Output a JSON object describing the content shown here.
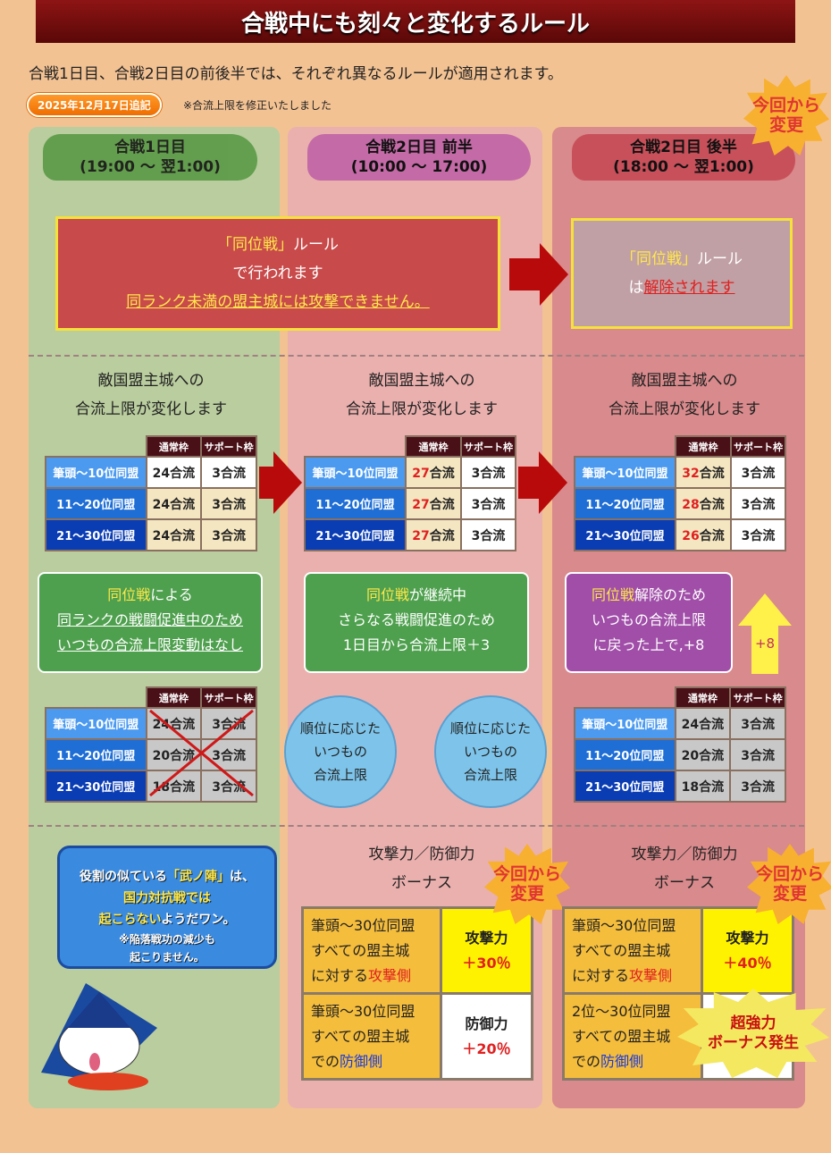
{
  "banner": {
    "title": "合戦中にも刻々と変化するルール"
  },
  "intro": "合戦1日目、合戦2日目の前後半では、それぞれ異なるルールが適用されます。",
  "date_badge": "2025年12月17日追記",
  "note": "※合流上限を修正いたしました",
  "change_badge": {
    "line1": "今回から",
    "line2": "変更"
  },
  "table_headers": {
    "normal": "通常枠",
    "support": "サポート枠"
  },
  "rank_labels": [
    "筆頭〜10位同盟",
    "11〜20位同盟",
    "21〜30位同盟"
  ],
  "cap_heading": {
    "line1": "敵国盟主城への",
    "line2": "合流上限が変化します"
  },
  "bonus_heading": {
    "line1": "攻撃力／防御力",
    "line2": "ボーナス"
  },
  "usual_cap_circle": {
    "line1": "順位に応じた",
    "line2": "いつもの",
    "line3": "合流上限"
  },
  "usual_caps": {
    "normal": [
      "24合流",
      "20合流",
      "18合流"
    ],
    "support": [
      "3合流",
      "3合流",
      "3合流"
    ]
  },
  "columns": [
    {
      "title": "合戦1日目",
      "time": "(19:00 〜 翌1:00)",
      "color": "#5a9a46",
      "rule": {
        "a": "「同位戦」",
        "b": "ルール",
        "line2": "で行われます",
        "line3": "同ランク未満の盟主城には攻撃できません。"
      },
      "caps": {
        "num": [
          "24",
          "24",
          "24"
        ],
        "unit": "合流",
        "support": [
          "3合流",
          "3合流",
          "3合流"
        ]
      },
      "bubble": {
        "a": "同位戦",
        "b": "による",
        "line2": "同ランクの戦闘促進中のため",
        "line3": "いつもの合流上限変動はなし"
      }
    },
    {
      "title": "合戦2日目 前半",
      "time": "(10:00 〜 17:00)",
      "color": "#c46aa6",
      "caps": {
        "num": [
          "27",
          "27",
          "27"
        ],
        "unit": "合流",
        "support": [
          "3合流",
          "3合流",
          "3合流"
        ]
      },
      "bubble": {
        "a": "同位戦",
        "b": "が継続中",
        "line2": "さらなる戦闘促進のため",
        "line3": "1日目から合流上限＋3"
      },
      "bonus": {
        "attack_desc": [
          "筆頭〜30位同盟",
          "すべての盟主城",
          "に対する"
        ],
        "attack_side": "攻撃側",
        "attack_label": "攻撃力",
        "attack_value": "＋30％",
        "defense_desc": [
          "筆頭〜30位同盟",
          "すべての盟主城",
          "での"
        ],
        "defense_side": "防御側",
        "defense_label": "防御力",
        "defense_value": "＋20％"
      }
    },
    {
      "title": "合戦2日目 後半",
      "time": "(18:00 〜 翌1:00)",
      "color": "#c8505a",
      "rule": {
        "a": "「同位戦」",
        "b": "ルール",
        "c": "は",
        "d": "解除されます"
      },
      "caps": {
        "num": [
          "32",
          "28",
          "26"
        ],
        "unit": "合流",
        "support": [
          "3合流",
          "3合流",
          "3合流"
        ]
      },
      "bubble": {
        "a": "同位戦",
        "b": "解除のため",
        "line2": "いつもの合流上限",
        "line3": "に戻った上で,+8"
      },
      "plus_arrow": "+8",
      "bonus": {
        "attack_desc": [
          "筆頭〜30位同盟",
          "すべての盟主城",
          "に対する"
        ],
        "attack_side": "攻撃側",
        "attack_label": "攻撃力",
        "attack_value": "＋40％",
        "defense_desc": [
          "2位〜30位同盟",
          "すべての盟主城",
          "での"
        ],
        "defense_side": "防御側",
        "burst": [
          "超強力",
          "ボーナス発生"
        ]
      }
    }
  ],
  "mascot_speech": {
    "line1a": "役割の似ている",
    "line1b": "「武ノ陣」",
    "line1c": "は、",
    "line2": "国力対抗戦では",
    "line3a": "起こらない",
    "line3b": "ようだワン。",
    "line4": "※陥落戦功の減少も",
    "line5": "起こりません。"
  }
}
